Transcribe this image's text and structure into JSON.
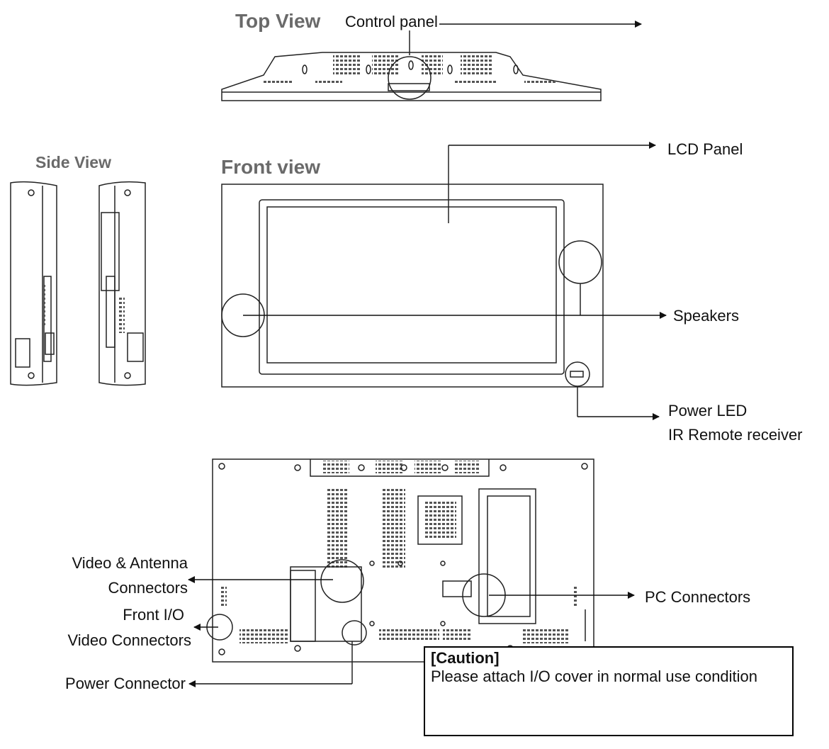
{
  "titles": {
    "top_view": "Top View",
    "side_view": "Side View",
    "front_view": "Front view"
  },
  "labels": {
    "control_panel": "Control panel",
    "lcd_panel": "LCD Panel",
    "speakers": "Speakers",
    "power_led": "Power LED",
    "ir_remote": "IR Remote receiver",
    "video_antenna_1": "Video & Antenna",
    "video_antenna_2": "Connectors",
    "front_io_1": "Front I/O",
    "front_io_2": "Video Connectors",
    "power_connector": "Power Connector",
    "pc_connectors": "PC Connectors"
  },
  "caution": {
    "heading": "[Caution]",
    "text": "Please attach I/O cover in normal use condition"
  },
  "colors": {
    "line": "#222222",
    "title_gray": "#6a6a6a",
    "grille": "#555555"
  }
}
